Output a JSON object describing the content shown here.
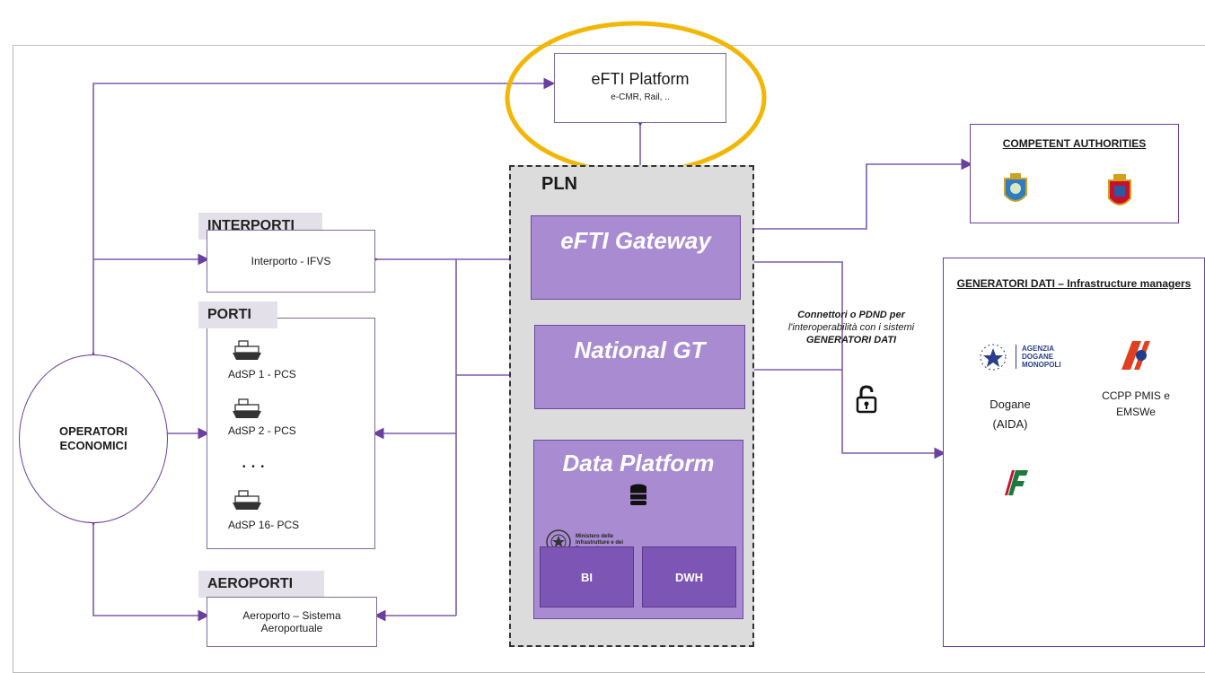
{
  "efti_platform": {
    "title": "eFTI Platform",
    "subtitle": "e-CMR, Rail, .."
  },
  "pln": {
    "label": "PLN",
    "gateway": "eFTI Gateway",
    "national_gt": "National GT",
    "data_platform": {
      "title": "Data Platform",
      "ministry_text": "Ministero delle Infrastrutture e dei Trasporti",
      "bi": "BI",
      "dwh": "DWH"
    }
  },
  "interporti": {
    "label": "INTERPORTI",
    "item": "Interporto - IFVS"
  },
  "porti": {
    "label": "PORTI",
    "items": [
      "AdSP 1 - PCS",
      "AdSP 2 - PCS",
      "AdSP 16- PCS"
    ],
    "ellipsis": "• • •"
  },
  "aeroporti": {
    "label": "AEROPORTI",
    "item": "Aeroporto – Sistema Aeroportuale"
  },
  "operatori": {
    "label": "OPERATORI ECONOMICI"
  },
  "competent": {
    "label": "COMPETENT AUTHORITIES"
  },
  "generatori": {
    "label": "GENERATORI DATI – Infrastructure managers",
    "dogane_logo": {
      "line1": "AGENZIA",
      "line2": "DOGANE",
      "line3": "MONOPOLI"
    },
    "dogane": "Dogane (AIDA)",
    "ccpp": "CCPP PMIS e EMSWe"
  },
  "connettori": {
    "line1": "Connettori o PDND per",
    "line2": "l'interoperabilità con i sistemi",
    "line3": "GENERATORI DATI"
  },
  "colors": {
    "accent": "#6a3fa0",
    "highlight": "#f2b705",
    "purple_fill": "#a98bd1",
    "dark_fill": "#7d55b5"
  },
  "icons": [
    "ship-icon",
    "database-icon",
    "lock-icon",
    "emblem-icon"
  ]
}
